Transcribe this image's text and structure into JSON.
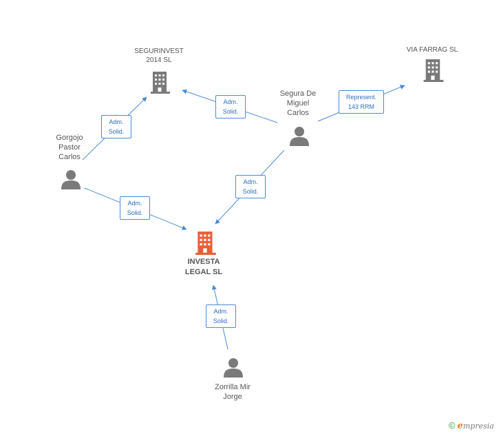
{
  "nodes": {
    "segurinvest": {
      "line1": "SEGURINVEST",
      "line2": "2014  SL"
    },
    "via_farrag": {
      "line1": "VIA FARRAG SL"
    },
    "segura": {
      "line1": "Segura De",
      "line2": "Miguel",
      "line3": "Carlos"
    },
    "gorgojo": {
      "line1": "Gorgojo",
      "line2": "Pastor",
      "line3": "Carlos"
    },
    "investa": {
      "line1": "INVESTA",
      "line2": "LEGAL SL"
    },
    "zorrilla": {
      "line1": "Zorrilla Mir",
      "line2": "Jorge"
    }
  },
  "edges": {
    "gorgojo_segurinvest": {
      "line1": "Adm.",
      "line2": "Solid."
    },
    "segura_segurinvest": {
      "line1": "Adm.",
      "line2": "Solid."
    },
    "segura_viafarrag": {
      "line1": "Represent.",
      "line2": "143 RRM"
    },
    "segura_investa": {
      "line1": "Adm.",
      "line2": "Solid."
    },
    "gorgojo_investa": {
      "line1": "Adm.",
      "line2": "Solid."
    },
    "zorrilla_investa": {
      "line1": "Adm.",
      "line2": "Solid."
    }
  },
  "footer": {
    "copyright": "©",
    "brand_initial": "e",
    "brand_rest": "mpresia"
  },
  "colors": {
    "line": "#4a8ad6",
    "person": "#7a7a7a",
    "company": "#7a7a7a",
    "center": "#e8603a"
  }
}
